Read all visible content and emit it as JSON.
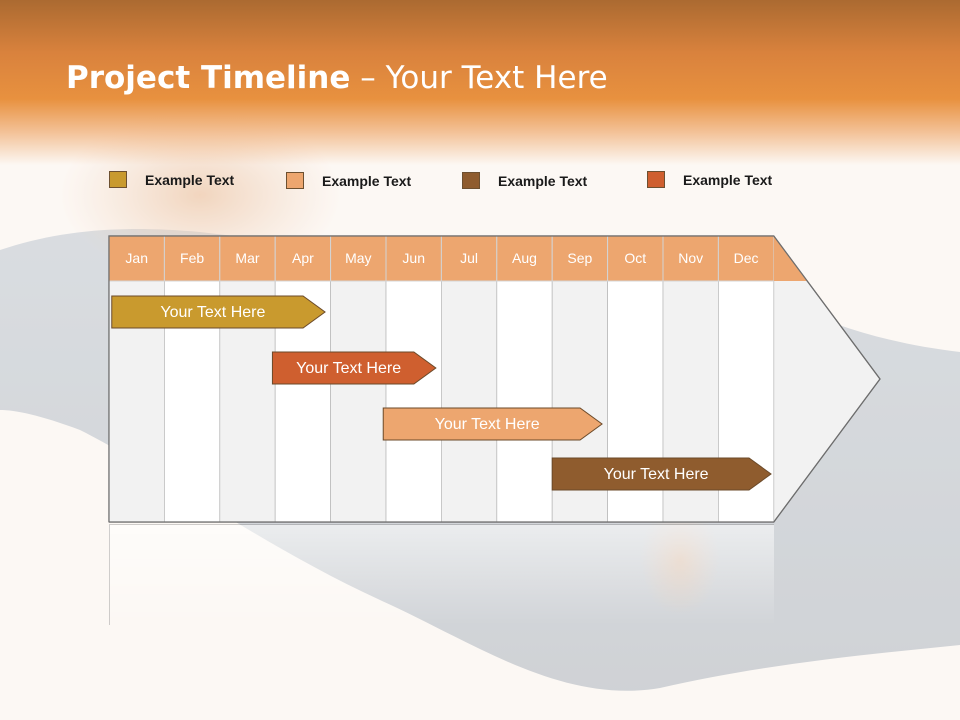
{
  "slide": {
    "title_bold": "Project Timeline",
    "title_rest": " – Your Text Here"
  },
  "legend": [
    {
      "label": "Example Text",
      "color": "#c99a2e"
    },
    {
      "label": "Example Text",
      "color": "#eda66f"
    },
    {
      "label": "Example Text",
      "color": "#8f5c2e"
    },
    {
      "label": "Example Text",
      "color": "#cf5f2f"
    }
  ],
  "colors": {
    "header_top": "#ab6a31",
    "header_bottom": "#e8913f",
    "month_header": "#eda66f",
    "column_shaded": "#f2f2f2",
    "column_plain": "#ffffff",
    "grid_line": "#bdbdbd"
  },
  "months": [
    "Jan",
    "Feb",
    "Mar",
    "Apr",
    "May",
    "Jun",
    "Jul",
    "Aug",
    "Sep",
    "Oct",
    "Nov",
    "Dec"
  ],
  "tasks": [
    {
      "label": "Your  Text Here",
      "start": 0.05,
      "end": 3.9,
      "color": "#c99a2e",
      "text_color": "#ffffff"
    },
    {
      "label": "Your  Text Here",
      "start": 2.95,
      "end": 5.9,
      "color": "#cf5f2f",
      "text_color": "#ffffff"
    },
    {
      "label": "Your  Text Here",
      "start": 4.95,
      "end": 8.9,
      "color": "#eda66f",
      "text_color": "#ffffff"
    },
    {
      "label": "Your  Text Here",
      "start": 8.0,
      "end": 11.95,
      "color": "#8f5c2e",
      "text_color": "#ffffff"
    }
  ]
}
